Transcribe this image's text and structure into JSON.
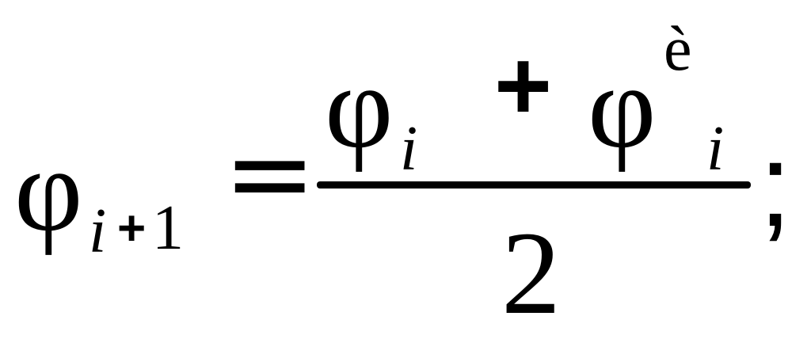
{
  "formula": {
    "lhs": {
      "symbol": "φ",
      "subscript_index": "i",
      "subscript_op": "+",
      "subscript_number": "1"
    },
    "equals": "=",
    "numerator": {
      "term1_symbol": "φ",
      "term1_subscript": "i",
      "operator": "+",
      "term2_symbol": "φ",
      "term2_superscript": "è",
      "term2_subscript": "i"
    },
    "denominator": "2",
    "terminator": ";"
  }
}
